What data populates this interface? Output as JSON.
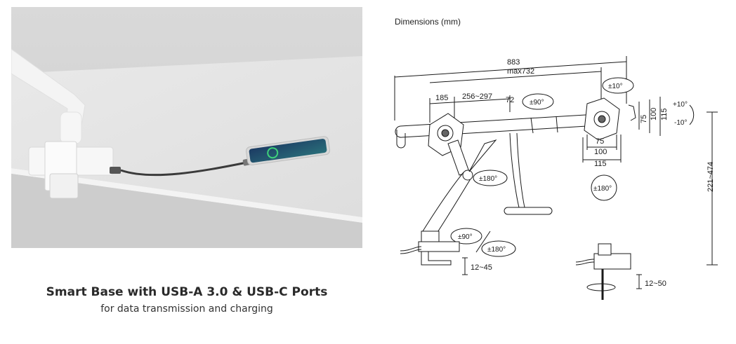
{
  "caption": {
    "title": "Smart Base with USB-A 3.0 & USB-C Ports",
    "subtitle": "for data transmission and charging"
  },
  "diagram": {
    "title": "Dimensions (mm)",
    "labels": {
      "overall_width": "883",
      "max_width": "max732",
      "arm_185": "185",
      "arm_range": "256~297",
      "arm_72": "72",
      "vesa_75": "75",
      "vesa_100": "100",
      "vesa_115": "115",
      "height_range": "221~474",
      "clamp_range": "12~45",
      "grommet_range": "12~50"
    },
    "rotations": {
      "swivel_90_top": "±90°",
      "tilt_10_top": "±10°",
      "pan_180_left": "±180°",
      "pan_180_right": "±180°",
      "rot_90_bottom": "±90°",
      "rot_180_bottom": "±180°",
      "tilt_up": "+10°",
      "tilt_down": "-10°"
    }
  }
}
